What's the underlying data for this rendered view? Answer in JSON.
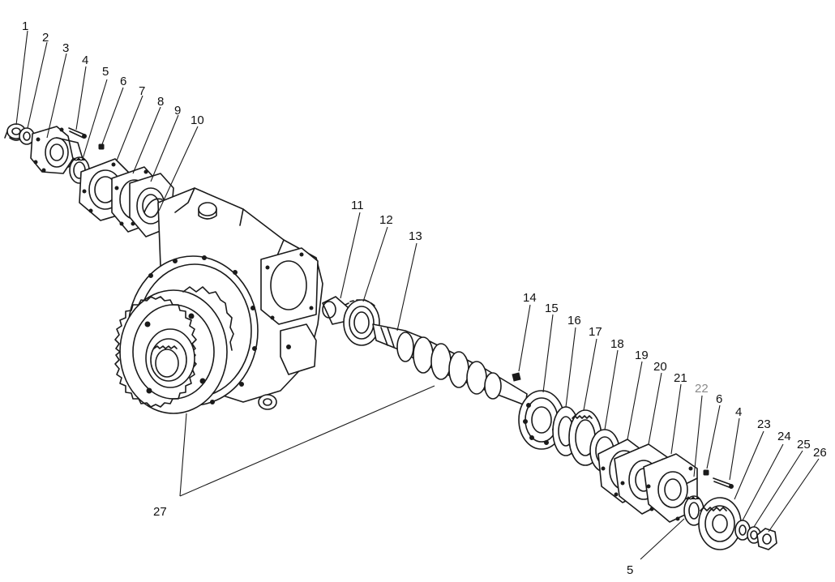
{
  "diagram": {
    "labels": [
      {
        "id": "1",
        "text": "1"
      },
      {
        "id": "2",
        "text": "2"
      },
      {
        "id": "3",
        "text": "3"
      },
      {
        "id": "4a",
        "text": "4"
      },
      {
        "id": "5a",
        "text": "5"
      },
      {
        "id": "6a",
        "text": "6"
      },
      {
        "id": "7",
        "text": "7"
      },
      {
        "id": "8",
        "text": "8"
      },
      {
        "id": "9",
        "text": "9"
      },
      {
        "id": "10",
        "text": "10"
      },
      {
        "id": "11",
        "text": "11"
      },
      {
        "id": "12",
        "text": "12"
      },
      {
        "id": "13",
        "text": "13"
      },
      {
        "id": "14",
        "text": "14"
      },
      {
        "id": "15",
        "text": "15"
      },
      {
        "id": "16",
        "text": "16"
      },
      {
        "id": "17",
        "text": "17"
      },
      {
        "id": "18",
        "text": "18"
      },
      {
        "id": "19",
        "text": "19"
      },
      {
        "id": "20",
        "text": "20"
      },
      {
        "id": "21",
        "text": "21"
      },
      {
        "id": "22",
        "text": "22"
      },
      {
        "id": "6b",
        "text": "6"
      },
      {
        "id": "4b",
        "text": "4"
      },
      {
        "id": "23",
        "text": "23"
      },
      {
        "id": "24",
        "text": "24"
      },
      {
        "id": "25",
        "text": "25"
      },
      {
        "id": "26",
        "text": "26"
      },
      {
        "id": "27",
        "text": "27"
      },
      {
        "id": "5b",
        "text": "5"
      }
    ]
  }
}
